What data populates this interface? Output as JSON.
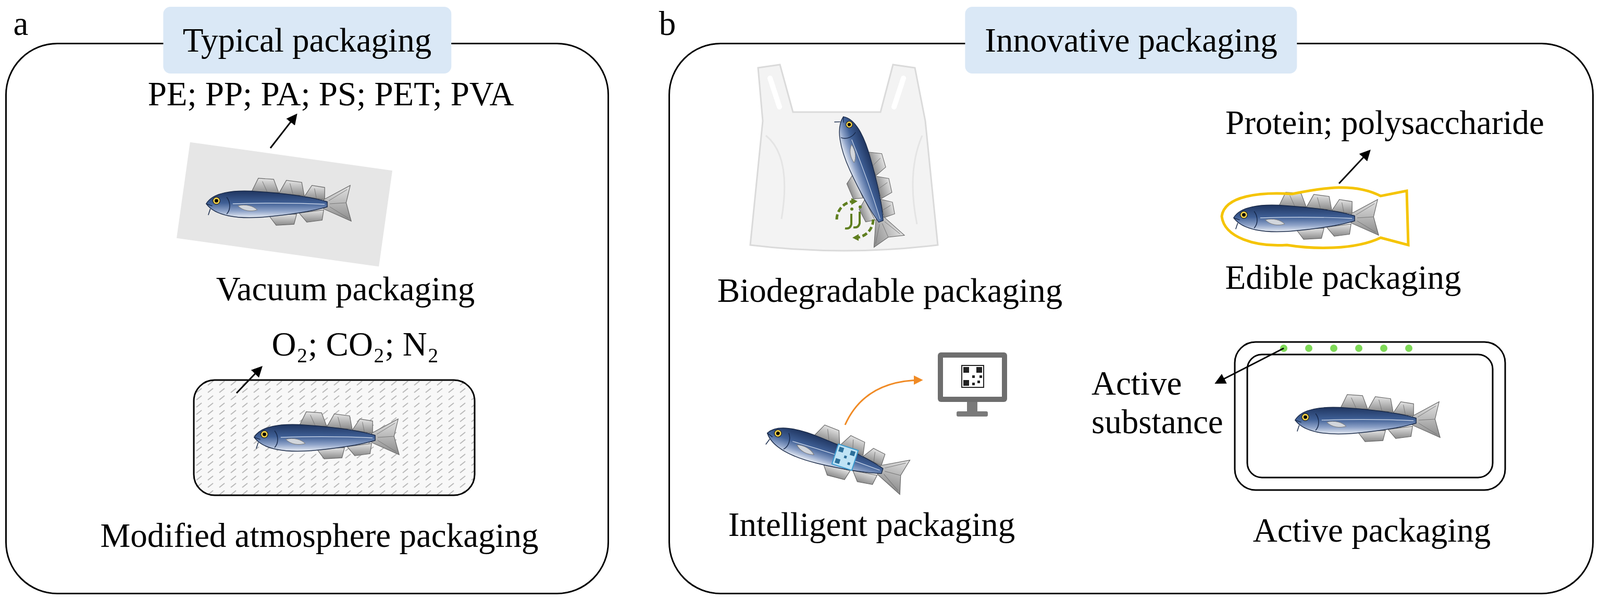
{
  "diagram": {
    "nodes": [
      {
        "text": [
          "Typical packaging"
        ]
      },
      {
        "text": [
          "Vacuum packaging"
        ],
        "in": 0
      },
      {
        "text": [
          "Modified atmosphere packaging"
        ],
        "in": 0
      },
      {
        "text": [
          "Innovative packaging"
        ]
      },
      {
        "text": [
          "Biodegradable packaging"
        ],
        "in": 3
      },
      {
        "text": [
          "Edible packaging"
        ],
        "in": 3
      },
      {
        "text": [
          "Intelligent packaging"
        ],
        "in": 3
      },
      {
        "text": [
          "Active packaging"
        ],
        "in": 3
      }
    ],
    "labels": [
      "a",
      "PE; PP; PA; PS; PET; PVA",
      "O₂; CO₂; N₂",
      "b",
      "Protein; polysaccharide",
      "Active substance"
    ]
  }
}
